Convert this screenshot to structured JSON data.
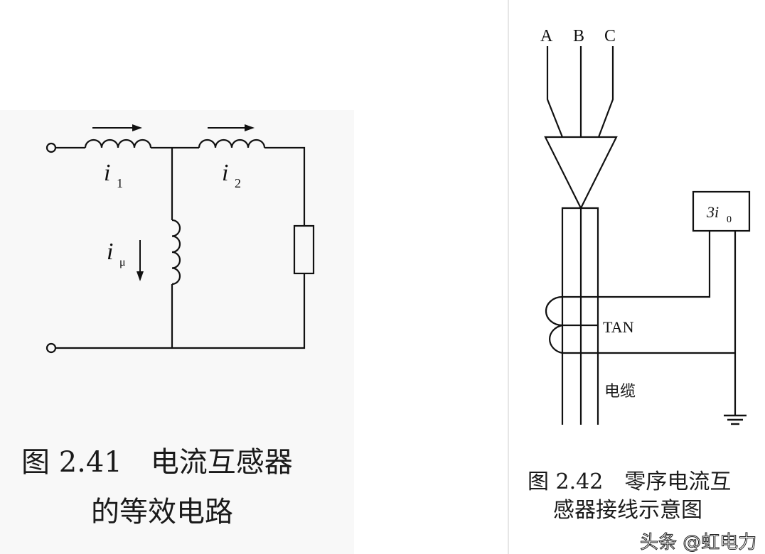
{
  "figure_241": {
    "label_i1": "i",
    "label_i1_sub": "1",
    "label_i2": "i",
    "label_i2_sub": "2",
    "label_imu": "i",
    "label_imu_sub": "μ",
    "caption_line1": "图 2.41　电流互感器",
    "caption_line2": "的等效电路"
  },
  "figure_242": {
    "phase_a": "A",
    "phase_b": "B",
    "phase_c": "C",
    "relay_label": "3i",
    "relay_sub": "0",
    "ct_label": "TAN",
    "cable_label": "电缆",
    "caption_line1": "图 2.42　零序电流互",
    "caption_line2": "感器接线示意图"
  },
  "watermark": "头条 @虹电力"
}
